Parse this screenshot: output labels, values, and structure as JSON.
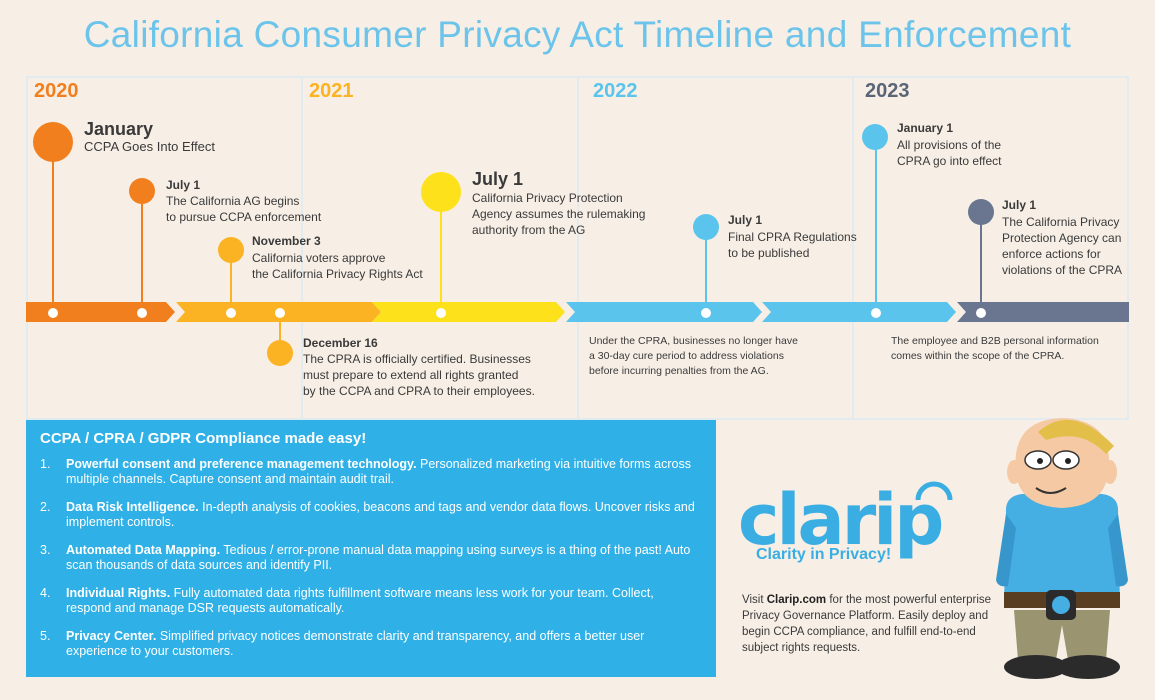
{
  "title": "California Consumer Privacy Act Timeline and Enforcement",
  "years": [
    "2020",
    "2021",
    "2022",
    "2023"
  ],
  "colors": {
    "orange": "#f27f1e",
    "gold": "#fbb324",
    "yellow": "#fde21b",
    "blue": "#5bc4ec",
    "slate": "#6a7690",
    "box": "#2fb0e6"
  },
  "events": {
    "jan2020": {
      "title": "January",
      "text": "CCPA Goes Into Effect"
    },
    "jul2020": {
      "title": "July 1",
      "line1": "The California AG begins",
      "line2": "to pursue CCPA enforcement"
    },
    "nov2020": {
      "title": "November 3",
      "line1": "California voters approve",
      "line2": "the California Privacy Rights Act"
    },
    "dec2020": {
      "title": "December 16",
      "line1": "The CPRA is officially certified. Businesses",
      "line2": "must prepare to extend all rights granted",
      "line3": "by the CCPA and CPRA to their employees."
    },
    "jul2021": {
      "title": "July 1",
      "line1": "California Privacy Protection",
      "line2": "Agency assumes the rulemaking",
      "line3": "authority from the AG"
    },
    "jul2022": {
      "title": "July 1",
      "line1": "Final CPRA Regulations",
      "line2": "to be published"
    },
    "jan2023": {
      "title": "January 1",
      "line1": "All provisions of the",
      "line2": "CPRA go into effect"
    },
    "jul2023": {
      "title": "July 1",
      "line1": "The California Privacy",
      "line2": "Protection Agency can",
      "line3": "enforce actions for",
      "line4": "violations of the CPRA"
    }
  },
  "notes": {
    "n2022": {
      "line1": "Under the CPRA, businesses no longer have",
      "line2": "a 30-day cure period to address violations",
      "line3": "before incurring penalties from the AG."
    },
    "n2023": {
      "line1": "The employee and B2B personal information",
      "line2": "comes within the scope of the CPRA."
    }
  },
  "compliance": {
    "heading": "CCPA / CPRA / GDPR Compliance made easy!",
    "items": [
      {
        "num": "1.",
        "bold": "Powerful consent and preference management technology.",
        "text": " Personalized marketing via intuitive forms across multiple channels. Capture consent and maintain audit trail."
      },
      {
        "num": "2.",
        "bold": "Data Risk Intelligence.",
        "text": " In-depth analysis of cookies, beacons and tags and vendor data flows. Uncover risks and implement controls."
      },
      {
        "num": "3.",
        "bold": "Automated Data Mapping.",
        "text": " Tedious / error-prone manual data mapping using surveys is a thing of the past!  Auto scan thousands of data sources and identify PII."
      },
      {
        "num": "4.",
        "bold": "Individual Rights.",
        "text": " Fully automated data rights fulfillment software means less work for your team. Collect, respond and manage DSR requests automatically."
      },
      {
        "num": "5.",
        "bold": "Privacy Center.",
        "text": " Simplified privacy notices demonstrate clarity and transparency, and offers a better user experience to your customers."
      }
    ]
  },
  "brand": {
    "logo": "clarip",
    "tagline": "Clarity in Privacy!",
    "visit_prefix": "Visit ",
    "visit_link": "Clarip.com",
    "visit_rest": " for the most powerful enterprise Privacy Governance Platform. Easily deploy and begin CCPA compliance, and fulfill end-to-end subject rights requests."
  },
  "icons": {
    "mascot": "mascot-illustration",
    "logo": "clarip-logo"
  }
}
